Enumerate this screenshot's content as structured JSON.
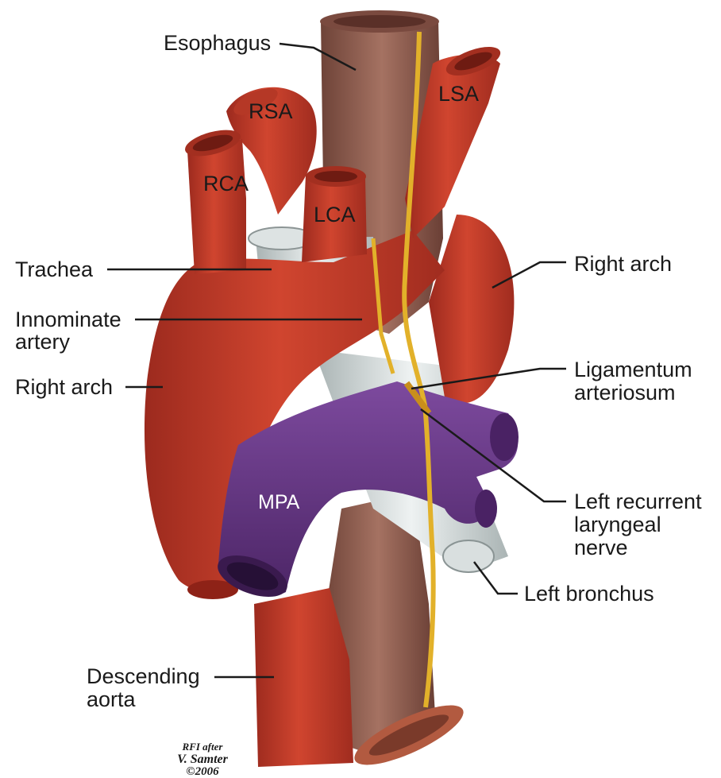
{
  "labels": {
    "esophagus": "Esophagus",
    "rsa": "RSA",
    "lsa": "LSA",
    "rca": "RCA",
    "lca": "LCA",
    "trachea": "Trachea",
    "innominate_line1": "Innominate",
    "innominate_line2": "artery",
    "right_arch_left": "Right arch",
    "right_arch_right": "Right arch",
    "ligamentum_line1": "Ligamentum",
    "ligamentum_line2": "arteriosum",
    "mpa": "MPA",
    "left_recurrent_line1": "Left recurrent",
    "left_recurrent_line2": "laryngeal",
    "left_recurrent_line3": "nerve",
    "left_bronchus": "Left bronchus",
    "descending_line1": "Descending",
    "descending_line2": "aorta"
  },
  "credit": {
    "line1": "RFI after",
    "line2": "V. Samter",
    "line3": "©2006"
  },
  "colors": {
    "artery": "#c63a2c",
    "artery_dark": "#8e2217",
    "esophagus": "#8b5a4e",
    "trachea": "#cfd6d6",
    "pulmonary_artery": "#6a3a8a",
    "nerve": "#e2b12a"
  }
}
